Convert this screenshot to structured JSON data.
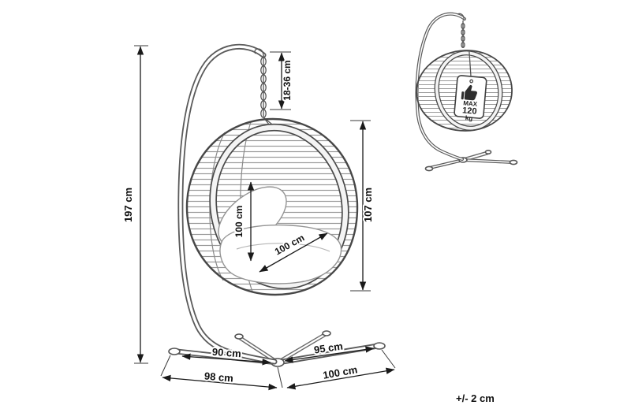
{
  "diagram": {
    "dims": {
      "total_height": "197 cm",
      "chain_length": "18-36 cm",
      "chair_height": "107 cm",
      "chair_inner_height": "100 cm",
      "chair_inner_depth": "100 cm",
      "base_left_inner": "90 cm",
      "base_left_outer": "98 cm",
      "base_right_inner": "95 cm",
      "base_right_outer": "100 cm"
    },
    "tolerance": "+/- 2 cm",
    "badge": {
      "title": "MAX",
      "value": "120",
      "unit": "kg"
    },
    "colors": {
      "line": "#4a4a4a",
      "dimension": "#1a1a1a",
      "background": "#ffffff"
    }
  }
}
